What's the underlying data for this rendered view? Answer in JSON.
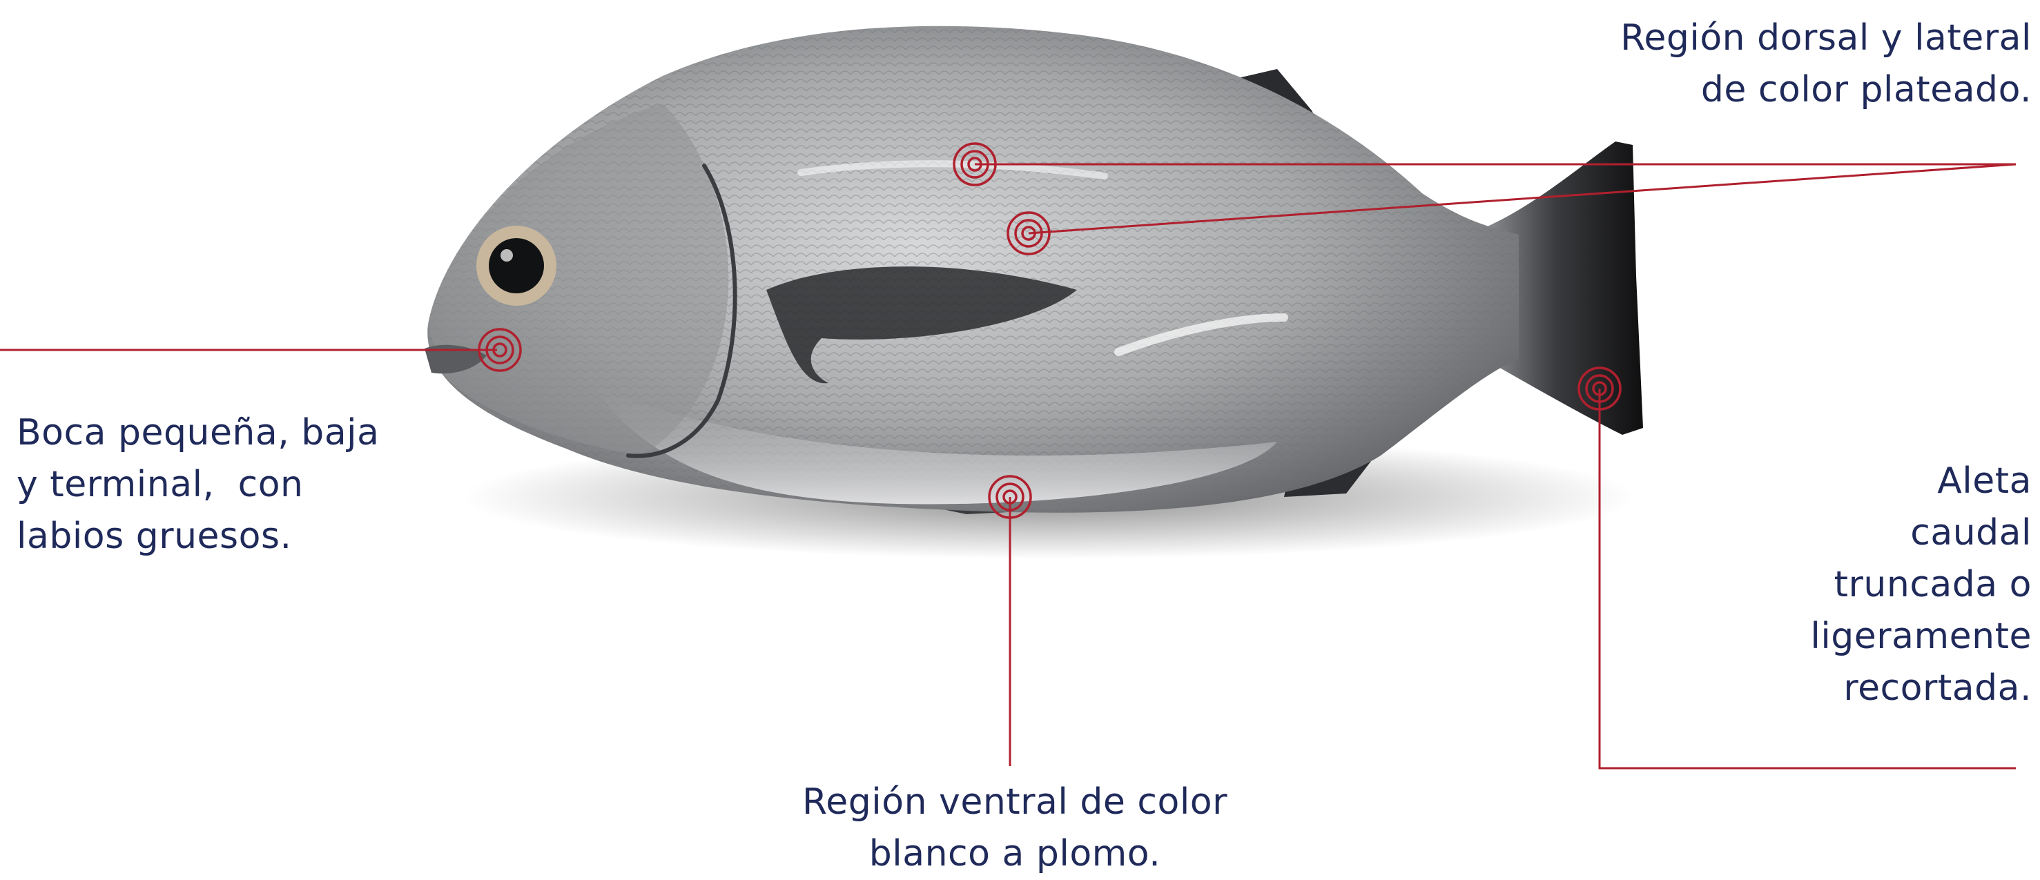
{
  "colors": {
    "annotation_line": "#b0202e",
    "label_text": "#1f2a5a",
    "background": "#ffffff",
    "fish_body_silver": "#a9abad",
    "fish_dark_fins": "#1c1c1e"
  },
  "fish": {
    "image_subject": "fish-photo"
  },
  "annotations": {
    "dorsal": {
      "lines": [
        "Región dorsal y lateral",
        "de color plateado."
      ]
    },
    "mouth": {
      "lines": [
        "Boca pequeña, baja",
        "y terminal,  con",
        "labios gruesos."
      ]
    },
    "caudal": {
      "lines": [
        "Aleta",
        "caudal",
        "truncada o",
        "ligeramente",
        "recortada."
      ]
    },
    "ventral": {
      "lines": [
        "Región ventral de color",
        "blanco a plomo."
      ]
    }
  }
}
